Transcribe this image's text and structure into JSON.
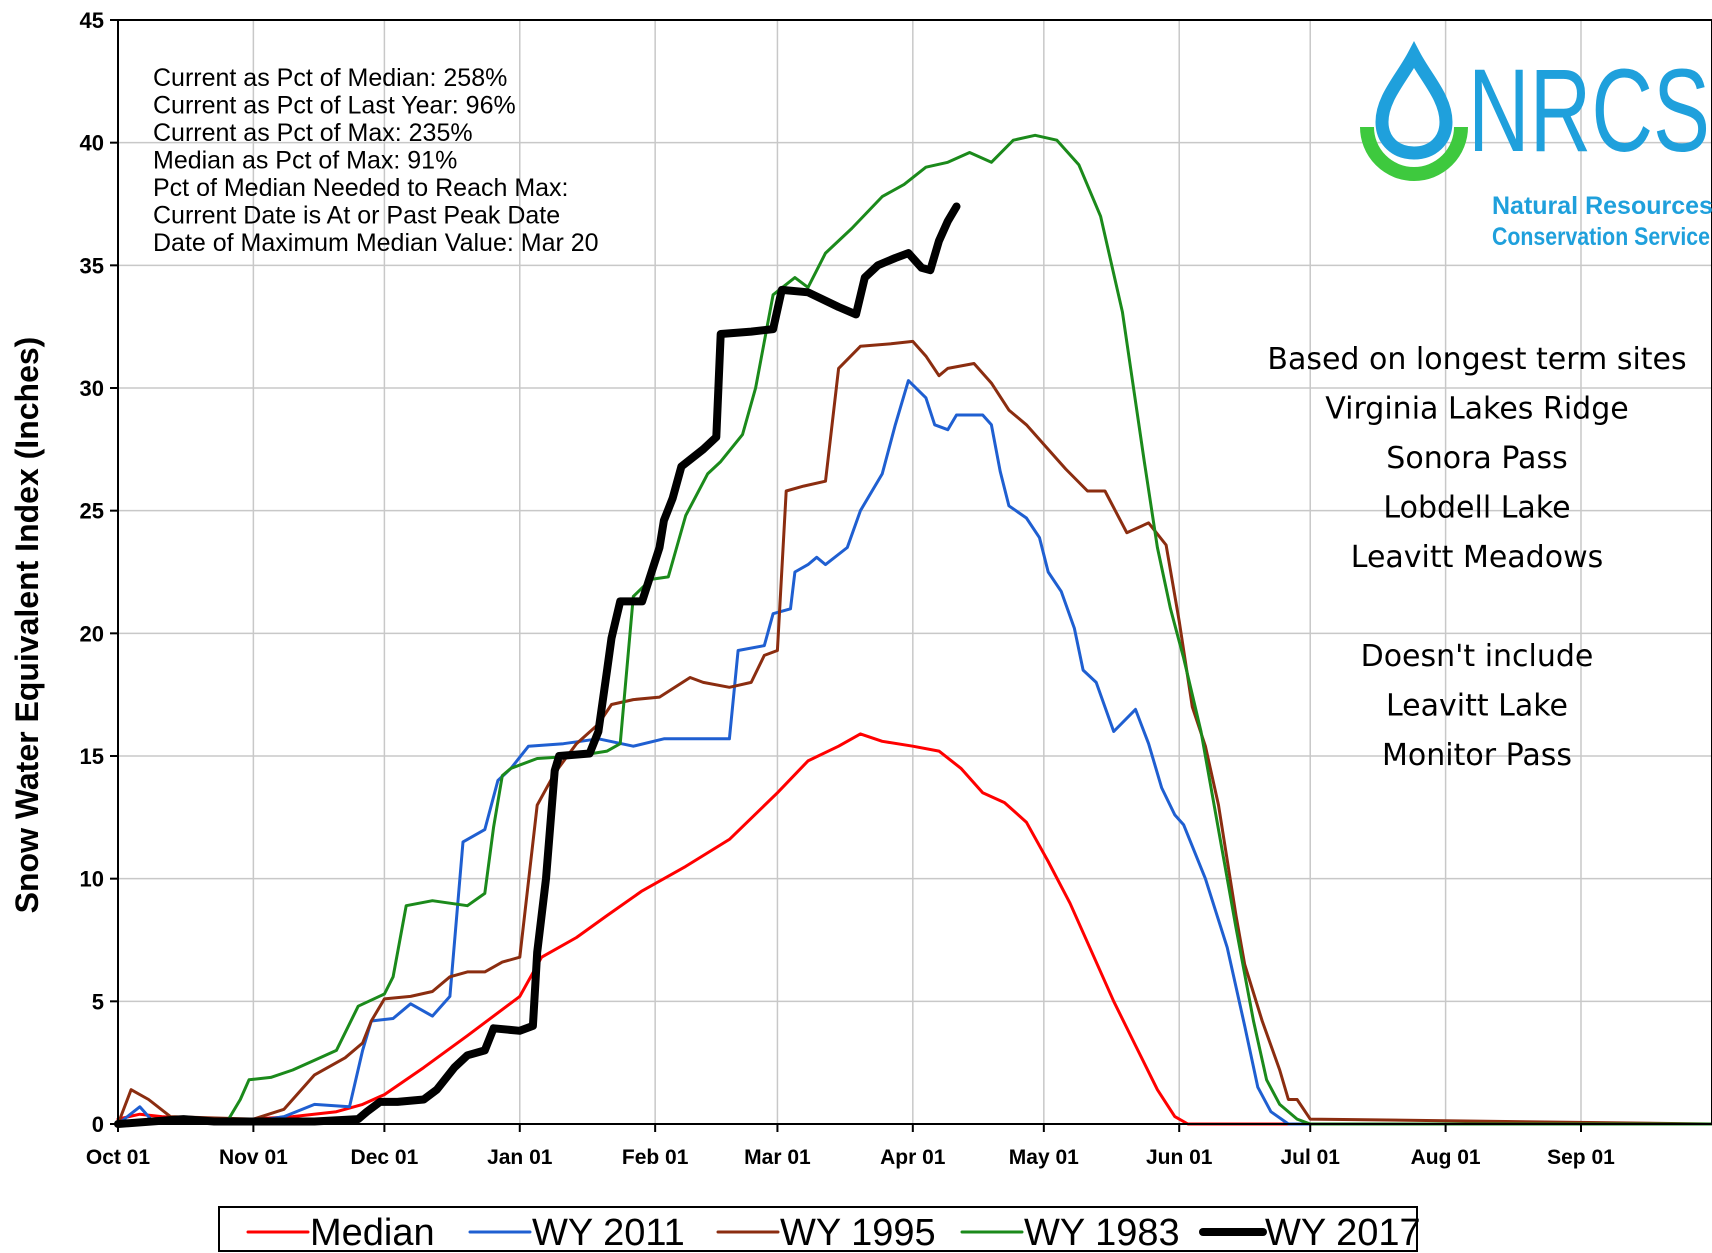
{
  "chart_data": {
    "type": "line",
    "title": "",
    "xlabel": "",
    "ylabel": "Snow Water Equivalent Index (Inches)",
    "ylim": [
      0,
      45
    ],
    "yticks": [
      0,
      5,
      10,
      15,
      20,
      25,
      30,
      35,
      40,
      45
    ],
    "xlim": [
      0,
      365
    ],
    "xticks": [
      {
        "label": "Oct 01",
        "day": 0
      },
      {
        "label": "Nov 01",
        "day": 31
      },
      {
        "label": "Dec 01",
        "day": 61
      },
      {
        "label": "Jan 01",
        "day": 92
      },
      {
        "label": "Feb 01",
        "day": 123
      },
      {
        "label": "Mar 01",
        "day": 151
      },
      {
        "label": "Apr 01",
        "day": 182
      },
      {
        "label": "May 01",
        "day": 212
      },
      {
        "label": "Jun 01",
        "day": 243
      },
      {
        "label": "Jul 01",
        "day": 273
      },
      {
        "label": "Aug 01",
        "day": 304
      },
      {
        "label": "Sep 01",
        "day": 335
      }
    ],
    "grid": true,
    "legend_position": "bottom",
    "series": [
      {
        "name": "Median",
        "color": "#ff0000",
        "width": 3,
        "points": [
          [
            0,
            0.2
          ],
          [
            5,
            0.4
          ],
          [
            10,
            0.3
          ],
          [
            20,
            0.2
          ],
          [
            31,
            0.2
          ],
          [
            40,
            0.3
          ],
          [
            50,
            0.5
          ],
          [
            56,
            0.8
          ],
          [
            61,
            1.2
          ],
          [
            70,
            2.3
          ],
          [
            80,
            3.6
          ],
          [
            92,
            5.2
          ],
          [
            97,
            6.8
          ],
          [
            100,
            7.1
          ],
          [
            105,
            7.6
          ],
          [
            112,
            8.5
          ],
          [
            120,
            9.5
          ],
          [
            130,
            10.5
          ],
          [
            140,
            11.6
          ],
          [
            151,
            13.5
          ],
          [
            158,
            14.8
          ],
          [
            165,
            15.4
          ],
          [
            170,
            15.9
          ],
          [
            175,
            15.6
          ],
          [
            182,
            15.4
          ],
          [
            188,
            15.2
          ],
          [
            193,
            14.5
          ],
          [
            198,
            13.5
          ],
          [
            203,
            13.1
          ],
          [
            208,
            12.3
          ],
          [
            213,
            10.7
          ],
          [
            218,
            9.0
          ],
          [
            223,
            7.0
          ],
          [
            228,
            5.0
          ],
          [
            233,
            3.2
          ],
          [
            238,
            1.4
          ],
          [
            242,
            0.3
          ],
          [
            245,
            0.0
          ],
          [
            273,
            0.0
          ],
          [
            365,
            0.0
          ]
        ]
      },
      {
        "name": "WY 2011",
        "color": "#1f5fd1",
        "width": 3,
        "points": [
          [
            0,
            0.0
          ],
          [
            5,
            0.7
          ],
          [
            8,
            0.1
          ],
          [
            31,
            0.1
          ],
          [
            38,
            0.3
          ],
          [
            45,
            0.8
          ],
          [
            53,
            0.7
          ],
          [
            56,
            3.0
          ],
          [
            58,
            4.2
          ],
          [
            63,
            4.3
          ],
          [
            67,
            4.9
          ],
          [
            72,
            4.4
          ],
          [
            76,
            5.2
          ],
          [
            79,
            11.5
          ],
          [
            84,
            12.0
          ],
          [
            87,
            14.0
          ],
          [
            90,
            14.5
          ],
          [
            94,
            15.4
          ],
          [
            102,
            15.5
          ],
          [
            110,
            15.7
          ],
          [
            118,
            15.4
          ],
          [
            125,
            15.7
          ],
          [
            135,
            15.7
          ],
          [
            140,
            15.7
          ],
          [
            142,
            19.3
          ],
          [
            148,
            19.5
          ],
          [
            150,
            20.8
          ],
          [
            154,
            21.0
          ],
          [
            155,
            22.5
          ],
          [
            158,
            22.8
          ],
          [
            160,
            23.1
          ],
          [
            162,
            22.8
          ],
          [
            167,
            23.5
          ],
          [
            170,
            25.0
          ],
          [
            175,
            26.5
          ],
          [
            178,
            28.5
          ],
          [
            181,
            30.3
          ],
          [
            185,
            29.6
          ],
          [
            187,
            28.5
          ],
          [
            190,
            28.3
          ],
          [
            192,
            28.9
          ],
          [
            198,
            28.9
          ],
          [
            200,
            28.5
          ],
          [
            202,
            26.6
          ],
          [
            204,
            25.2
          ],
          [
            208,
            24.7
          ],
          [
            211,
            23.9
          ],
          [
            213,
            22.5
          ],
          [
            216,
            21.7
          ],
          [
            219,
            20.2
          ],
          [
            221,
            18.5
          ],
          [
            224,
            18.0
          ],
          [
            228,
            16.0
          ],
          [
            233,
            16.9
          ],
          [
            236,
            15.5
          ],
          [
            239,
            13.7
          ],
          [
            242,
            12.6
          ],
          [
            244,
            12.2
          ],
          [
            249,
            10.0
          ],
          [
            254,
            7.2
          ],
          [
            258,
            4.0
          ],
          [
            261,
            1.5
          ],
          [
            264,
            0.5
          ],
          [
            268,
            0.0
          ],
          [
            273,
            0.0
          ],
          [
            365,
            0.0
          ]
        ]
      },
      {
        "name": "WY 1995",
        "color": "#8b2d10",
        "width": 3,
        "points": [
          [
            0,
            0.0
          ],
          [
            3,
            1.4
          ],
          [
            7,
            1.0
          ],
          [
            12,
            0.3
          ],
          [
            31,
            0.2
          ],
          [
            38,
            0.6
          ],
          [
            45,
            2.0
          ],
          [
            52,
            2.7
          ],
          [
            56,
            3.3
          ],
          [
            58,
            4.2
          ],
          [
            61,
            5.1
          ],
          [
            67,
            5.2
          ],
          [
            72,
            5.4
          ],
          [
            76,
            6.0
          ],
          [
            80,
            6.2
          ],
          [
            84,
            6.2
          ],
          [
            88,
            6.6
          ],
          [
            92,
            6.8
          ],
          [
            96,
            13.0
          ],
          [
            100,
            14.3
          ],
          [
            105,
            15.5
          ],
          [
            110,
            16.3
          ],
          [
            113,
            17.1
          ],
          [
            118,
            17.3
          ],
          [
            124,
            17.4
          ],
          [
            131,
            18.2
          ],
          [
            134,
            18.0
          ],
          [
            140,
            17.8
          ],
          [
            145,
            18.0
          ],
          [
            148,
            19.1
          ],
          [
            151,
            19.3
          ],
          [
            153,
            25.8
          ],
          [
            157,
            26.0
          ],
          [
            162,
            26.2
          ],
          [
            165,
            30.8
          ],
          [
            170,
            31.7
          ],
          [
            177,
            31.8
          ],
          [
            182,
            31.9
          ],
          [
            185,
            31.3
          ],
          [
            188,
            30.5
          ],
          [
            190,
            30.8
          ],
          [
            196,
            31.0
          ],
          [
            200,
            30.2
          ],
          [
            204,
            29.1
          ],
          [
            208,
            28.5
          ],
          [
            212,
            27.7
          ],
          [
            217,
            26.7
          ],
          [
            222,
            25.8
          ],
          [
            226,
            25.8
          ],
          [
            231,
            24.1
          ],
          [
            236,
            24.5
          ],
          [
            240,
            23.6
          ],
          [
            243,
            20.5
          ],
          [
            246,
            17.0
          ],
          [
            249,
            15.4
          ],
          [
            252,
            13.0
          ],
          [
            256,
            8.5
          ],
          [
            258,
            6.5
          ],
          [
            262,
            4.2
          ],
          [
            266,
            2.2
          ],
          [
            268,
            1.0
          ],
          [
            270,
            1.0
          ],
          [
            273,
            0.2
          ],
          [
            365,
            0.0
          ]
        ]
      },
      {
        "name": "WY 1983",
        "color": "#1b8a1b",
        "width": 3,
        "points": [
          [
            0,
            0.0
          ],
          [
            25,
            0.1
          ],
          [
            28,
            1.0
          ],
          [
            30,
            1.8
          ],
          [
            35,
            1.9
          ],
          [
            40,
            2.2
          ],
          [
            45,
            2.6
          ],
          [
            50,
            3.0
          ],
          [
            55,
            4.8
          ],
          [
            61,
            5.3
          ],
          [
            63,
            6.0
          ],
          [
            66,
            8.9
          ],
          [
            72,
            9.1
          ],
          [
            80,
            8.9
          ],
          [
            84,
            9.4
          ],
          [
            86,
            12.1
          ],
          [
            88,
            14.2
          ],
          [
            90,
            14.5
          ],
          [
            96,
            14.9
          ],
          [
            105,
            15.0
          ],
          [
            112,
            15.2
          ],
          [
            115,
            15.5
          ],
          [
            118,
            21.5
          ],
          [
            122,
            22.2
          ],
          [
            126,
            22.3
          ],
          [
            130,
            24.8
          ],
          [
            135,
            26.5
          ],
          [
            138,
            27.0
          ],
          [
            143,
            28.1
          ],
          [
            146,
            30.0
          ],
          [
            150,
            33.8
          ],
          [
            155,
            34.5
          ],
          [
            158,
            34.1
          ],
          [
            162,
            35.5
          ],
          [
            168,
            36.5
          ],
          [
            175,
            37.8
          ],
          [
            180,
            38.3
          ],
          [
            185,
            39.0
          ],
          [
            190,
            39.2
          ],
          [
            195,
            39.6
          ],
          [
            200,
            39.2
          ],
          [
            205,
            40.1
          ],
          [
            210,
            40.3
          ],
          [
            215,
            40.1
          ],
          [
            220,
            39.1
          ],
          [
            225,
            37.0
          ],
          [
            230,
            33.1
          ],
          [
            235,
            27.0
          ],
          [
            238,
            23.5
          ],
          [
            241,
            21.0
          ],
          [
            244,
            19.0
          ],
          [
            248,
            16.0
          ],
          [
            252,
            12.0
          ],
          [
            256,
            8.0
          ],
          [
            260,
            4.2
          ],
          [
            263,
            1.8
          ],
          [
            266,
            0.8
          ],
          [
            270,
            0.2
          ],
          [
            273,
            0.0
          ],
          [
            365,
            0.0
          ]
        ]
      },
      {
        "name": "WY 2017",
        "color": "#000000",
        "width": 8,
        "points": [
          [
            0,
            0.0
          ],
          [
            15,
            0.2
          ],
          [
            22,
            0.1
          ],
          [
            31,
            0.1
          ],
          [
            45,
            0.1
          ],
          [
            55,
            0.2
          ],
          [
            57,
            0.5
          ],
          [
            60,
            0.9
          ],
          [
            64,
            0.9
          ],
          [
            70,
            1.0
          ],
          [
            73,
            1.4
          ],
          [
            77,
            2.3
          ],
          [
            80,
            2.8
          ],
          [
            84,
            3.0
          ],
          [
            86,
            3.9
          ],
          [
            92,
            3.8
          ],
          [
            95,
            4.0
          ],
          [
            96,
            7.0
          ],
          [
            98,
            10.0
          ],
          [
            100,
            14.4
          ],
          [
            101,
            15.0
          ],
          [
            108,
            15.1
          ],
          [
            110,
            16.0
          ],
          [
            112,
            18.5
          ],
          [
            113,
            19.8
          ],
          [
            115,
            21.3
          ],
          [
            120,
            21.3
          ],
          [
            124,
            23.5
          ],
          [
            125,
            24.6
          ],
          [
            127,
            25.5
          ],
          [
            129,
            26.8
          ],
          [
            134,
            27.5
          ],
          [
            137,
            28.0
          ],
          [
            138,
            32.2
          ],
          [
            145,
            32.3
          ],
          [
            150,
            32.4
          ],
          [
            152,
            34.0
          ],
          [
            158,
            33.9
          ],
          [
            165,
            33.3
          ],
          [
            169,
            33.0
          ],
          [
            171,
            34.5
          ],
          [
            174,
            35.0
          ],
          [
            178,
            35.3
          ],
          [
            181,
            35.5
          ],
          [
            184,
            34.9
          ],
          [
            186,
            34.8
          ],
          [
            188,
            36.0
          ],
          [
            190,
            36.8
          ],
          [
            192,
            37.4
          ]
        ]
      }
    ],
    "stats_text": [
      "Current as Pct of Median:  258%",
      "Current as Pct of Last Year: 96%",
      "Current as Pct of Max: 235%",
      "Median  as Pct of Max: 91%",
      "Pct of Median Needed to Reach Max:",
      "Current Date is At or Past Peak Date",
      "Date of Maximum  Median Value: Mar 20"
    ],
    "notes": [
      "Based on longest term  sites",
      "Virginia Lakes Ridge",
      "Sonora  Pass",
      "Lobdell  Lake",
      "Leavitt Meadows",
      "",
      "Doesn't include",
      "Leavitt Lake",
      "Monitor  Pass"
    ],
    "logo": {
      "acronym": "NRCS",
      "line1": "Natural Resources",
      "line2": "Conservation Service",
      "primary_color": "#1fa0dc",
      "accent_color": "#3ec93e"
    }
  }
}
